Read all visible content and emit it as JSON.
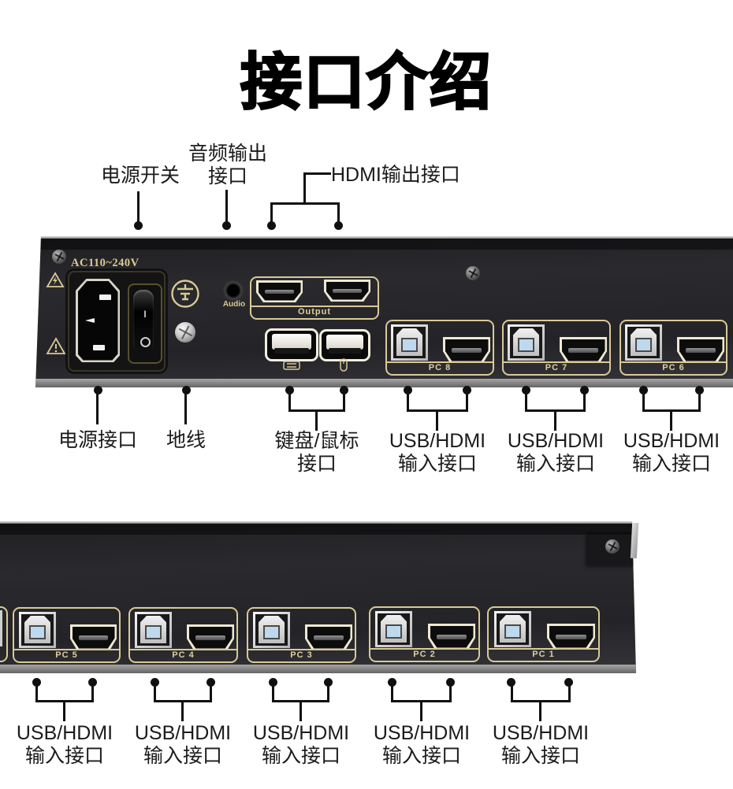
{
  "title": "接口介绍",
  "colors": {
    "gold": "#d9c996",
    "panel": "#26262a",
    "line": "#101010",
    "text": "#1b1b1b"
  },
  "top_annotations": {
    "power_switch": {
      "lines": [
        "电源开关"
      ]
    },
    "audio_out": {
      "lines": [
        "音频输出",
        "接口"
      ]
    },
    "hdmi_out": {
      "lines": [
        "HDMI输出接口"
      ]
    }
  },
  "panel1": {
    "ac_rating": "AC110~240V",
    "audio_label": "Audio",
    "output_label": "Output",
    "switch_on": "I",
    "pc_groups": [
      {
        "label": "PC 8"
      },
      {
        "label": "PC 7"
      },
      {
        "label": "PC 6"
      }
    ]
  },
  "panel2": {
    "pc_groups": [
      {
        "label": "PC 5"
      },
      {
        "label": "PC 4"
      },
      {
        "label": "PC 3"
      },
      {
        "label": "PC 2"
      },
      {
        "label": "PC 1"
      }
    ]
  },
  "panel1_bottom_annotations": [
    {
      "lines": [
        "电源接口"
      ]
    },
    {
      "lines": [
        "地线"
      ]
    },
    {
      "lines": [
        "键盘/鼠标",
        "接口"
      ]
    },
    {
      "lines": [
        "USB/HDMI",
        "输入接口"
      ]
    },
    {
      "lines": [
        "USB/HDMI",
        "输入接口"
      ]
    },
    {
      "lines": [
        "USB/HDMI",
        "输入接口"
      ]
    }
  ],
  "panel2_bottom_annotations": [
    {
      "lines": [
        "USB/HDMI",
        "输入接口"
      ]
    },
    {
      "lines": [
        "USB/HDMI",
        "输入接口"
      ]
    },
    {
      "lines": [
        "USB/HDMI",
        "输入接口"
      ]
    },
    {
      "lines": [
        "USB/HDMI",
        "输入接口"
      ]
    },
    {
      "lines": [
        "USB/HDMI",
        "输入接口"
      ]
    }
  ]
}
